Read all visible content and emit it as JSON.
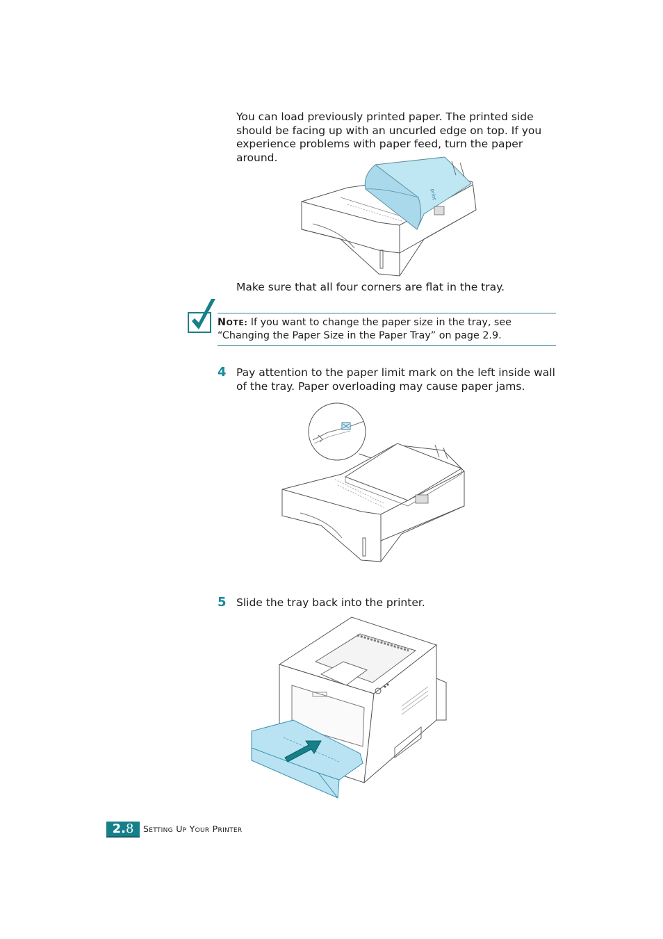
{
  "paragraphs": {
    "reload_paper": "You can load previously printed paper. The printed side should be facing up with an uncurled edge on top. If you experience problems with paper feed, turn the paper around.",
    "flat_corners": "Make sure that all four corners are flat in the tray."
  },
  "note": {
    "label_first": "N",
    "label_rest": "OTE:",
    "text": "If you want to change the paper size in the tray, see “Changing the Paper Size in the Paper Tray” on page 2.9."
  },
  "steps": [
    {
      "number": "4",
      "text": "Pay attention to the paper limit mark on the left inside wall of the tray. Paper overloading may cause paper jams."
    },
    {
      "number": "5",
      "text": "Slide the tray back into the printer."
    }
  ],
  "footer": {
    "chapter": "2.",
    "page": "8",
    "title": "Setting Up Your Printer"
  },
  "colors": {
    "accent": "#16808a",
    "paper_blue": "#bfe6f3",
    "tray_blue": "#b9e3f2"
  },
  "icons": {
    "note_icon": "checkmark-box-icon",
    "arrow": "insert-arrow-icon"
  }
}
